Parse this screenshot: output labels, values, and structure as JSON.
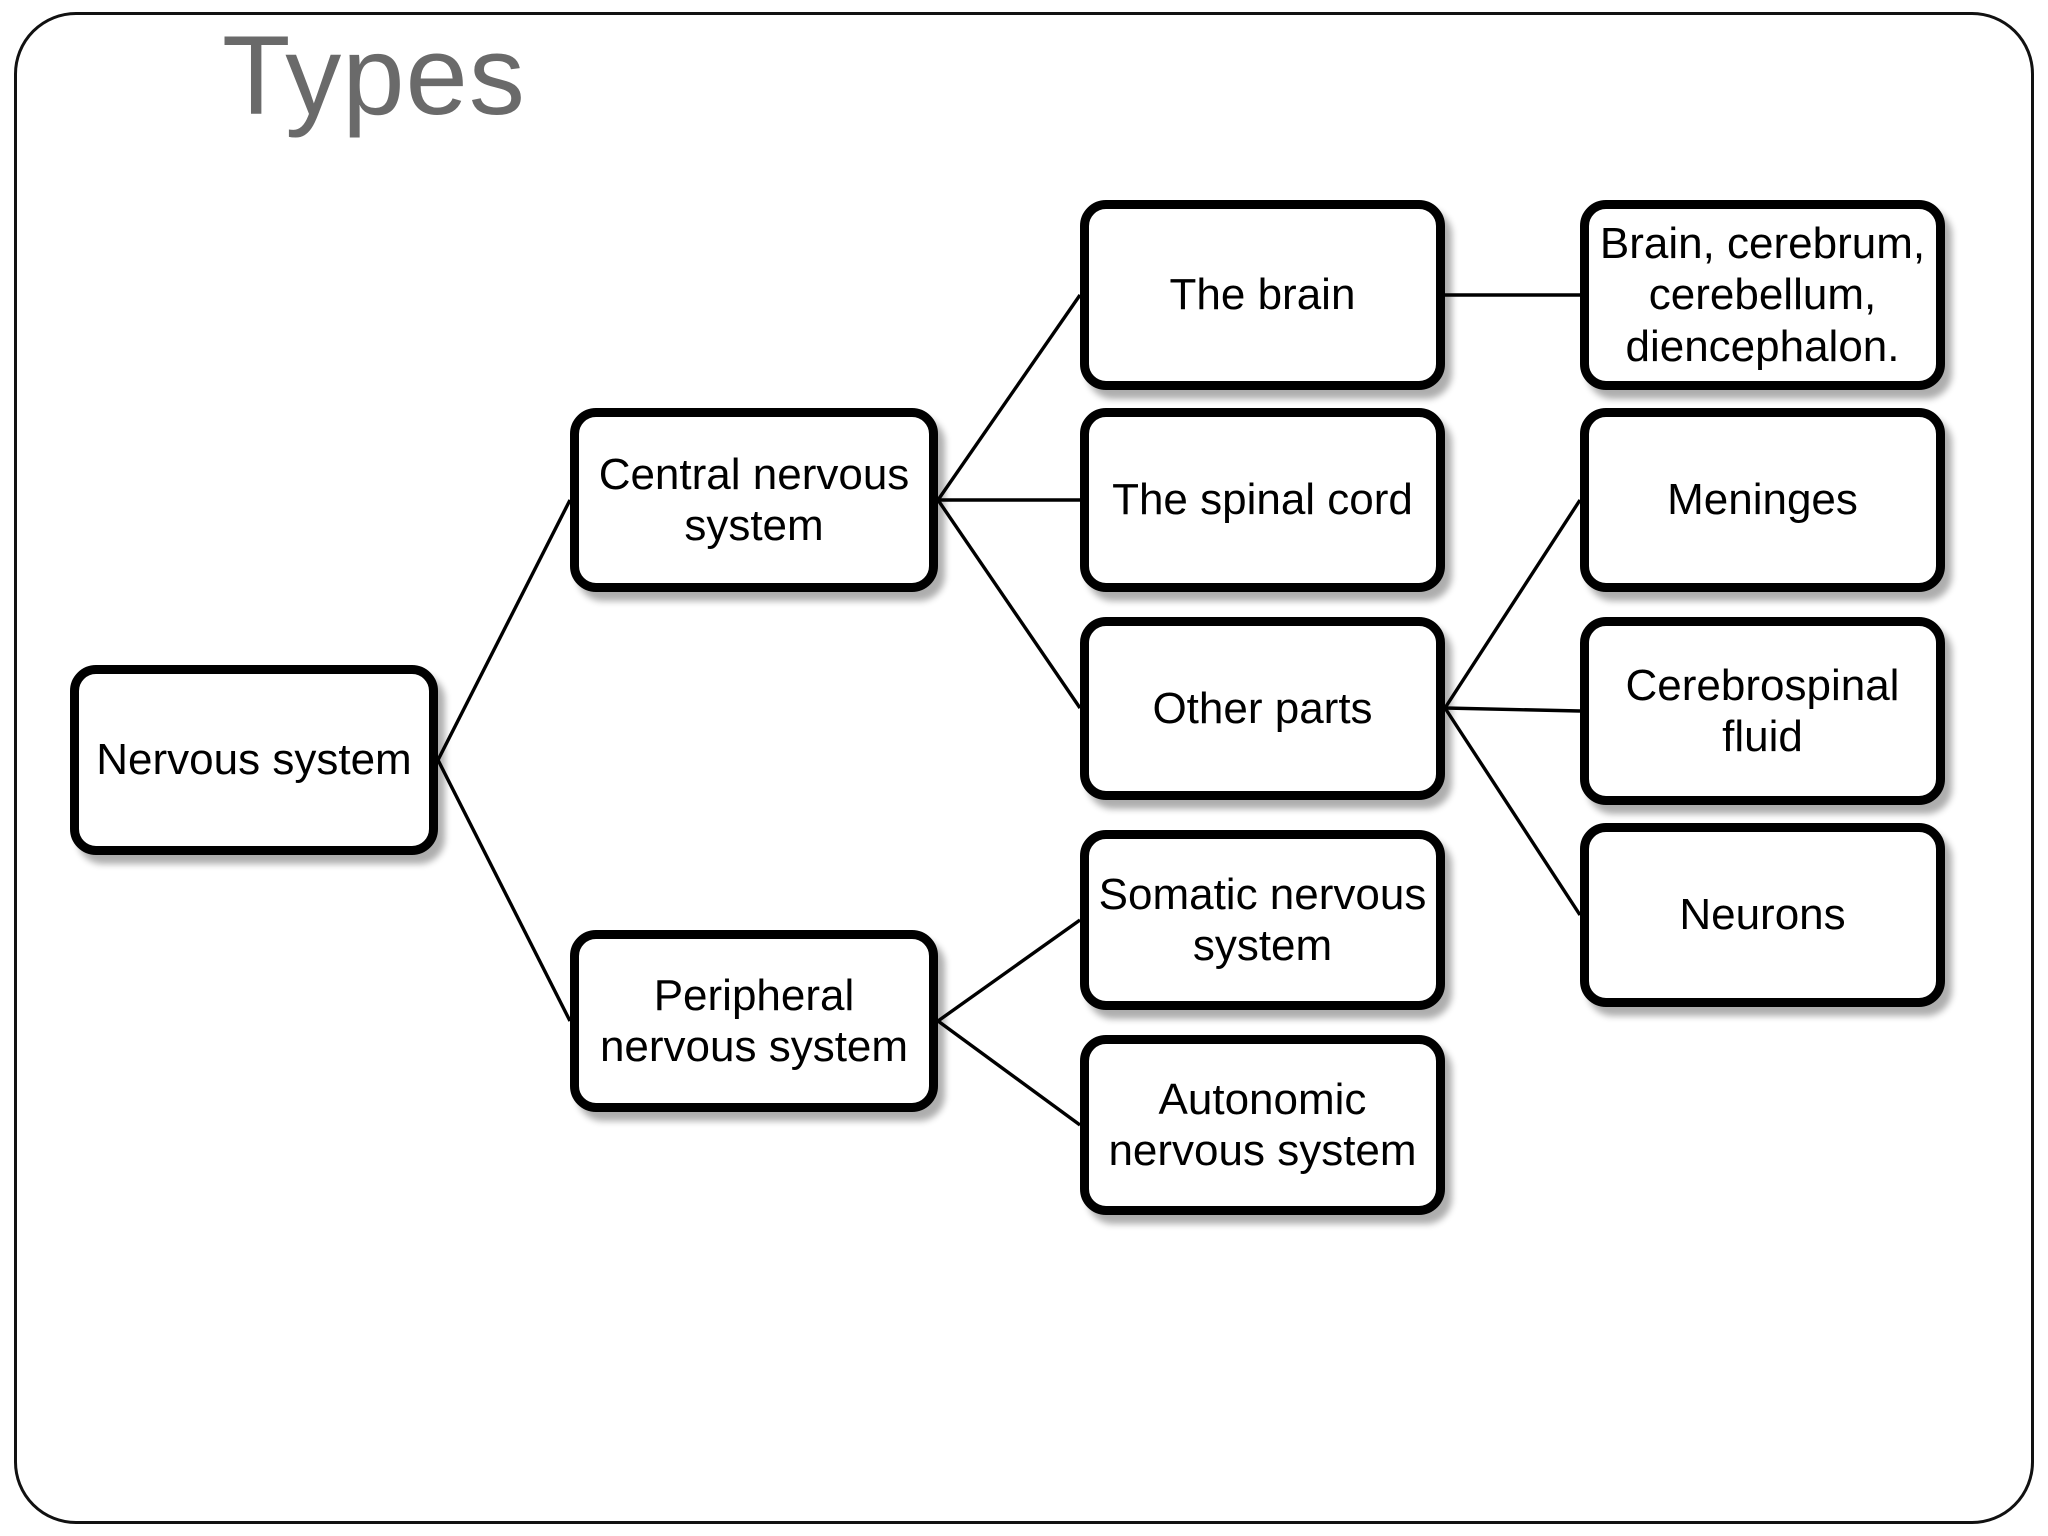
{
  "slide": {
    "title": "Types"
  },
  "diagram": {
    "nodes": [
      {
        "id": "nervous-system",
        "label": "Nervous system"
      },
      {
        "id": "central-nervous-system",
        "label": "Central nervous\nsystem"
      },
      {
        "id": "peripheral-nervous-system",
        "label": "Peripheral\nnervous system"
      },
      {
        "id": "the-brain",
        "label": "The brain"
      },
      {
        "id": "the-spinal-cord",
        "label": "The spinal cord"
      },
      {
        "id": "other-parts",
        "label": "Other parts"
      },
      {
        "id": "somatic-nervous-system",
        "label": "Somatic nervous\nsystem"
      },
      {
        "id": "autonomic-nervous-system",
        "label": "Autonomic\nnervous system"
      },
      {
        "id": "brain-structures",
        "label": "Brain, cerebrum,\ncerebellum,\ndiencephalon."
      },
      {
        "id": "meninges",
        "label": "Meninges"
      },
      {
        "id": "cerebrospinal-fluid",
        "label": "Cerebrospinal\nfluid"
      },
      {
        "id": "neurons",
        "label": "Neurons"
      }
    ],
    "edges": [
      [
        "nervous-system",
        "central-nervous-system"
      ],
      [
        "nervous-system",
        "peripheral-nervous-system"
      ],
      [
        "central-nervous-system",
        "the-brain"
      ],
      [
        "central-nervous-system",
        "the-spinal-cord"
      ],
      [
        "central-nervous-system",
        "other-parts"
      ],
      [
        "the-brain",
        "brain-structures"
      ],
      [
        "other-parts",
        "meninges"
      ],
      [
        "other-parts",
        "cerebrospinal-fluid"
      ],
      [
        "other-parts",
        "neurons"
      ],
      [
        "peripheral-nervous-system",
        "somatic-nervous-system"
      ],
      [
        "peripheral-nervous-system",
        "autonomic-nervous-system"
      ]
    ]
  },
  "colors": {
    "title_text": "#6a6a6a",
    "box_border": "#000000",
    "box_fill": "#ffffff",
    "connector": "#000000",
    "slide_border": "#111111",
    "background": "#ffffff"
  }
}
